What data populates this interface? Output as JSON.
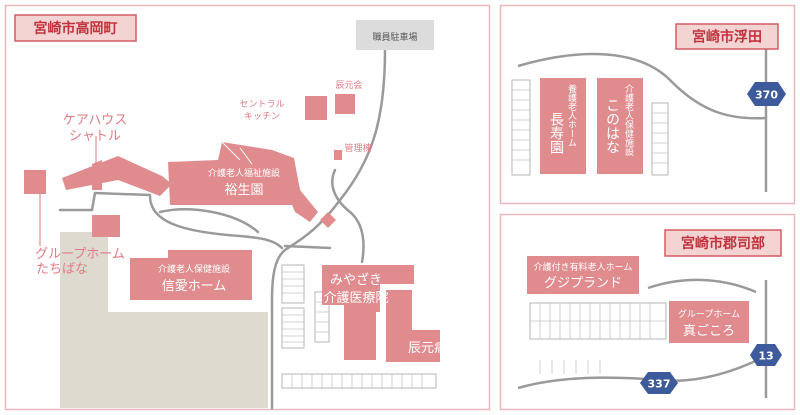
{
  "colors": {
    "building": "#e08c8f",
    "title_fill": "#f4d3d3",
    "title_border": "#d55c65",
    "title_text": "#c0333e",
    "label_pink": "#e27a85",
    "road": "#9a9a9a",
    "panel_border": "#e8b8bb",
    "ground": "#dedad0",
    "route_badge": "#3d5b9b"
  },
  "map": {
    "panels": {
      "takaoka": {
        "title": "宮崎市高岡町",
        "labels": {
          "staff_parking": "職員駐車場",
          "tatsugenkai": "辰元会",
          "central_kitchen_1": "セントラル",
          "central_kitchen_2": "キッチン",
          "kanri": "管理棟",
          "carehouse_1": "ケアハウス",
          "carehouse_2": "シャトル",
          "yuseien_1": "介護老人福祉施設",
          "yuseien_2": "裕生園",
          "group_home_1": "グループホーム",
          "group_home_2": "たちばな",
          "shinai_1": "介護老人保健施設",
          "shinai_2": "信愛ホーム",
          "miyazaki_1": "みやざき",
          "miyazaki_2": "介護医療院",
          "tatsumoto_hospital": "辰元病院"
        }
      },
      "ukita": {
        "title": "宮崎市浮田",
        "labels": {
          "chojuen_sub": "養護老人ホーム",
          "chojuen_name": "長寿園",
          "konohana_sub": "介護老人保健施設",
          "konohana_name": "このはな"
        },
        "route": "370"
      },
      "koribe": {
        "title": "宮崎市郡司部",
        "labels": {
          "gujipu_sub": "介護付き有料老人ホーム",
          "gujipu_name": "グジプランド",
          "magokoro_sub": "グループホーム",
          "magokoro_name": "真ごころ"
        },
        "routes": [
          "13",
          "337"
        ]
      }
    }
  }
}
